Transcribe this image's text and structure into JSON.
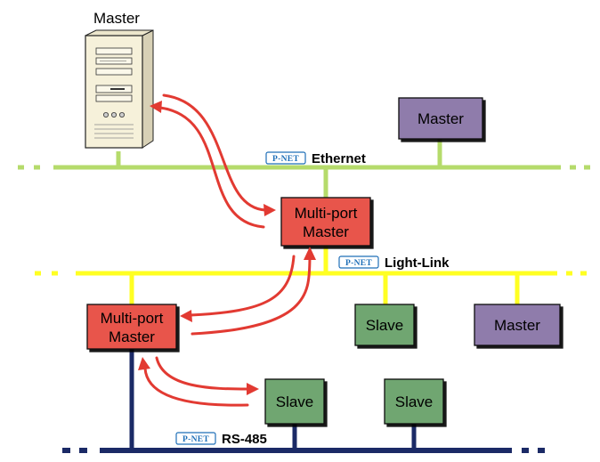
{
  "top_master": {
    "label": "Master"
  },
  "ethernet": {
    "tag": "P-NET",
    "name": "Ethernet"
  },
  "light_link": {
    "tag": "P-NET",
    "name": "Light-Link"
  },
  "rs485": {
    "tag": "P-NET",
    "name": "RS-485"
  },
  "ethernet_master": {
    "label": "Master"
  },
  "multiport_top": {
    "line1": "Multi-port",
    "line2": "Master"
  },
  "multiport_left": {
    "line1": "Multi-port",
    "line2": "Master"
  },
  "light_slave": {
    "label": "Slave"
  },
  "light_master": {
    "label": "Master"
  },
  "rs485_slave_1": {
    "label": "Slave"
  },
  "rs485_slave_2": {
    "label": "Slave"
  },
  "colors": {
    "ethernet_bus": "#b5db6b",
    "light_link_bus": "#ffff22",
    "rs485_bus": "#1b2a66",
    "master_box": "#8f7cab",
    "multiport_box": "#e8554c",
    "slave_box": "#6fa671",
    "arrow": "#e23a32",
    "pc_case": "#f6f1da"
  }
}
